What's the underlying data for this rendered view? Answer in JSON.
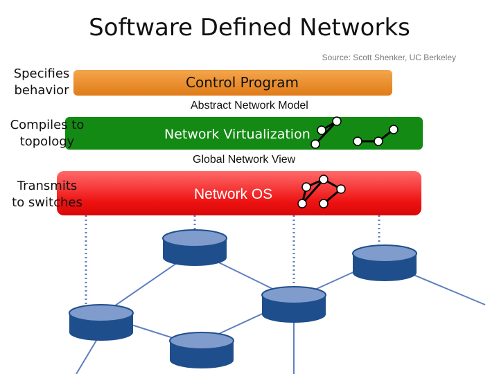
{
  "title": "Software Defined Networks",
  "source": "Source: Scott Shenker, UC Berkeley",
  "left_labels": {
    "specifies": [
      "Specifies",
      "behavior"
    ],
    "compiles": [
      "Compiles to",
      "topology"
    ],
    "transmits": [
      "Transmits",
      "to switches"
    ]
  },
  "layers": {
    "control_program": "Control Program",
    "abstract_model": "Abstract Network Model",
    "network_virtualization": "Network Virtualization",
    "global_view": "Global Network View",
    "network_os": "Network OS"
  },
  "colors": {
    "control_program": "#e8892a",
    "network_virtualization": "#138a13",
    "network_os": "#ee1212",
    "switch": "#1f4e8c",
    "switch_top": "#7f9ccc",
    "link": "#5f7fbf"
  }
}
